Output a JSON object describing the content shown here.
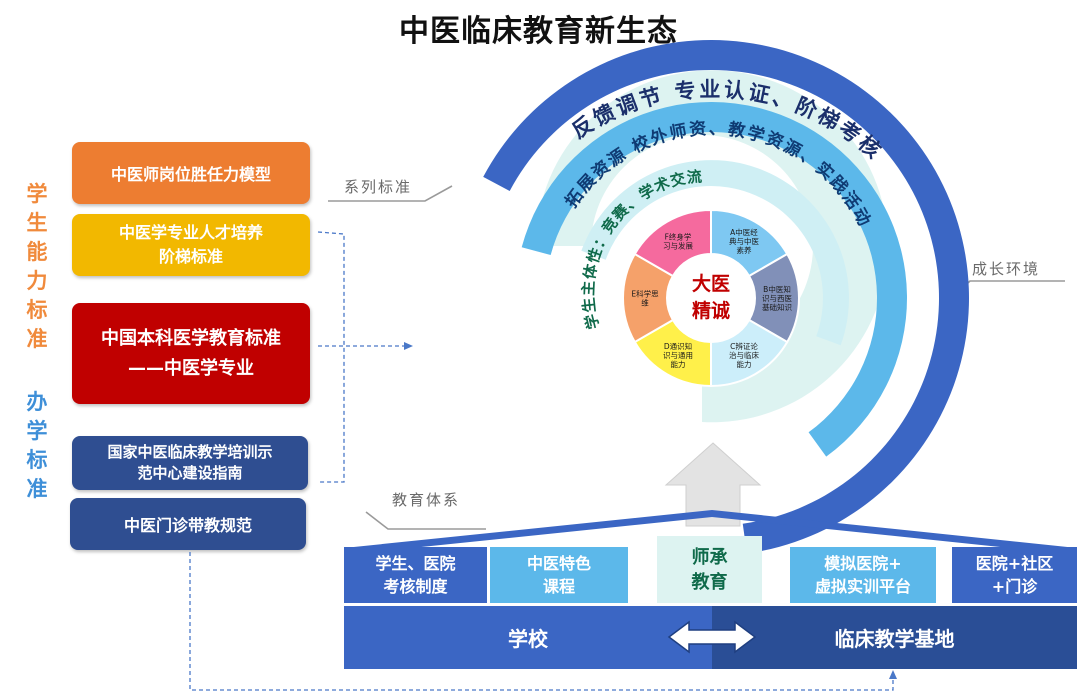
{
  "title": "中医临床教育新生态",
  "side_labels": {
    "competency": "学生能力标准",
    "schooling": "办学标准"
  },
  "left_boxes": [
    "中医师岗位胜任力模型",
    "中医学专业人才培养\n阶梯标准",
    "中国本科医学教育标准\n——中医学专业",
    "国家中医临床教学培训示\n范中心建设指南",
    "中医门诊带教规范"
  ],
  "tags": {
    "series_standard": "系列标准",
    "growth_environment": "成长环境",
    "education_system": "教育体系"
  },
  "arcs": {
    "outer": "反馈调节  专业认证、阶梯考核",
    "middle": "拓展资源  校外师资、教学资源、实践活动",
    "inner": "学生主体性：竞赛、学术交流"
  },
  "center": {
    "line1": "大医",
    "line2": "精诚"
  },
  "segments": [
    {
      "label": "A中医经典与中医素养",
      "color": "#7EC8F2"
    },
    {
      "label": "B中医知识与西医基础知识",
      "color": "#8190B8"
    },
    {
      "label": "C辨证论治与临床能力",
      "color": "#CCEEFA"
    },
    {
      "label": "D通识知识与通用能力",
      "color": "#FFF04A"
    },
    {
      "label": "E科学思维",
      "color": "#F5A16A"
    },
    {
      "label": "F终身学习与发展",
      "color": "#F56A9E"
    }
  ],
  "pillars": [
    "学生、医院\n考核制度",
    "中医特色\n课程",
    "师承\n教育",
    "模拟医院+\n虚拟实训平台",
    "医院+社区\n+门诊"
  ],
  "base": {
    "left": "学校",
    "right": "临床教学基地"
  },
  "colors": {
    "orange": "#ED7D31",
    "yellow": "#F2B800",
    "red": "#C00000",
    "navy": "#2F4E91",
    "blue": "#3B66C4",
    "light_blue": "#5CB8EA",
    "pale_teal": "#DDF3F1"
  }
}
